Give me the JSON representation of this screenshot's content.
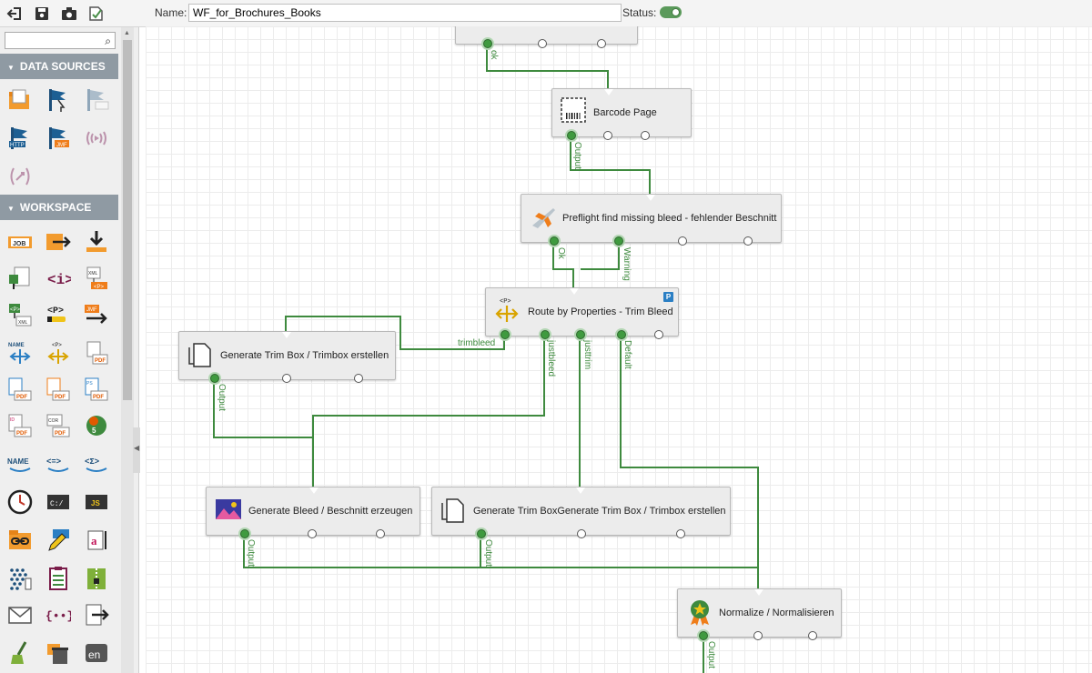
{
  "toolbar": {
    "icons": [
      "back-icon",
      "save-icon",
      "camera-icon",
      "validate-icon"
    ],
    "name_label": "Name:",
    "name_value": "WF_for_Brochures_Books",
    "status_label": "Status:",
    "status_on": true
  },
  "sidebar": {
    "search_placeholder": "",
    "sections": [
      {
        "title": "DATA SOURCES"
      },
      {
        "title": "WORKSPACE"
      }
    ],
    "data_sources": [
      "folder-source-icon",
      "hotfolder-icon",
      "job-source-icon",
      "http-source-icon",
      "jmf-source-icon",
      "broadcast-icon",
      "sync-icon"
    ],
    "workspace": [
      "job-icon",
      "job-export-icon",
      "download-icon",
      "xml-icon",
      "info-tag-icon",
      "xml-p-icon",
      "xml-convert-icon",
      "p-tag-icon",
      "jmf-forward-icon",
      "name-route-icon",
      "route-icon",
      "pdf-convert-icon",
      "pdf-doc-icon",
      "pdf-merge-icon",
      "pdf-set-icon",
      "pdf-id-icon",
      "pdf-cor-icon",
      "counter-icon",
      "name-icon",
      "compare-icon",
      "sum-icon",
      "clock-icon",
      "console-icon",
      "javascript-icon",
      "link-icon",
      "edit-icon",
      "text-field-icon",
      "dots-icon",
      "checklist-icon",
      "zip-icon",
      "mail-icon",
      "code-icon",
      "export-icon",
      "clean-icon",
      "trash-icon",
      "enfocus-icon"
    ],
    "labels": {
      "job": "JOB",
      "xml": "XML",
      "jmf": "JMF",
      "pdf": "PDF",
      "name": "NAME",
      "cor": "COR",
      "js": "JS",
      "c": "C:/",
      "en": "en"
    }
  },
  "canvas": {
    "nodes": [
      {
        "id": "top",
        "label": ""
      },
      {
        "id": "barcode",
        "label": "Barcode Page",
        "icon": "barcode-icon"
      },
      {
        "id": "preflight",
        "label": "Preflight find missing bleed - fehlender Beschnitt",
        "icon": "airplane-icon"
      },
      {
        "id": "route",
        "label": "Route by Properties - Trim Bleed",
        "icon": "route-icon",
        "badge": "P"
      },
      {
        "id": "trimbox1",
        "label": "Generate Trim Box / Trimbox erstellen",
        "icon": "document-icon"
      },
      {
        "id": "bleed",
        "label": "Generate Bleed / Beschnitt erzeugen",
        "icon": "image-icon"
      },
      {
        "id": "trimbox2",
        "label": "Generate Trim BoxGenerate Trim Box / Trimbox erstellen",
        "icon": "document-icon"
      },
      {
        "id": "normalize",
        "label": "Normalize / Normalisieren",
        "icon": "award-icon"
      }
    ],
    "connection_labels": {
      "ok_top": "ok",
      "output_barcode": "Output",
      "ok_preflight": "Ok",
      "warning": "Warning",
      "trimbleed": "trimbleed",
      "justbleed": "justbleed",
      "justtrim": "justtrim",
      "default": "Default",
      "output_trimbox1": "Output",
      "output_bleed": "Output",
      "output_trimbox2": "Output",
      "output_normalize": "Output"
    },
    "colors": {
      "wire": "#3e8a3e",
      "node_bg": "#ececec",
      "badge": "#2b7fc4"
    }
  }
}
